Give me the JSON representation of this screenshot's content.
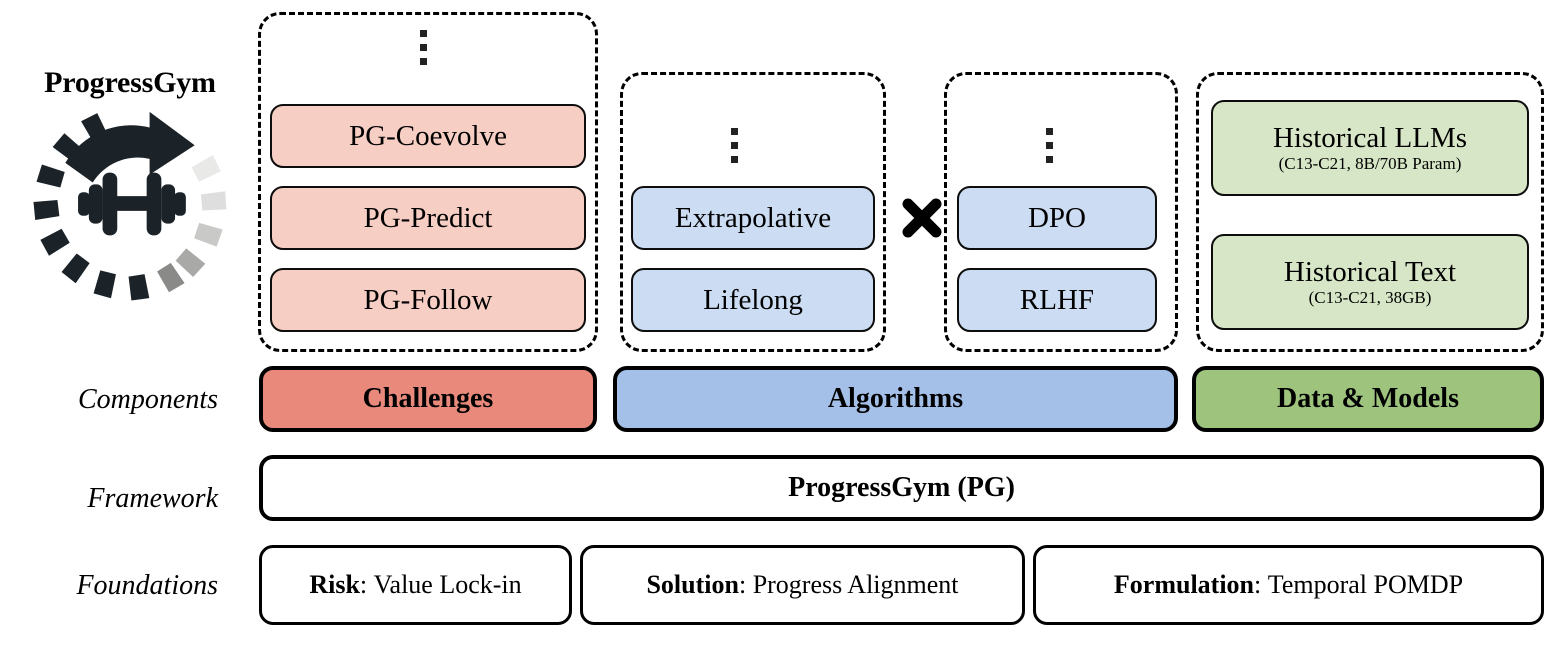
{
  "brand": {
    "title": "ProgressGym",
    "logo_icon": "circular-arrow-dumbbell-logo"
  },
  "row_labels": {
    "components": "Components",
    "framework": "Framework",
    "foundations": "Foundations"
  },
  "groups": [
    {
      "id": "challenges",
      "ellipsis": true,
      "items": [
        {
          "main": "PG-Coevolve",
          "sub": ""
        },
        {
          "main": "PG-Predict",
          "sub": ""
        },
        {
          "main": "PG-Follow",
          "sub": ""
        }
      ]
    },
    {
      "id": "algorithm-families",
      "ellipsis": true,
      "items": [
        {
          "main": "Extrapolative",
          "sub": ""
        },
        {
          "main": "Lifelong",
          "sub": ""
        }
      ]
    },
    {
      "id": "algorithm-methods",
      "ellipsis": true,
      "items": [
        {
          "main": "DPO",
          "sub": ""
        },
        {
          "main": "RLHF",
          "sub": ""
        }
      ]
    },
    {
      "id": "data-models",
      "ellipsis": false,
      "items": [
        {
          "main": "Historical LLMs",
          "sub": "(C13-C21, 8B/70B Param)"
        },
        {
          "main": "Historical Text",
          "sub": "(C13-C21, 38GB)"
        }
      ]
    }
  ],
  "operator": {
    "symbol": "×",
    "name": "cartesian-product"
  },
  "components": [
    {
      "label": "Challenges",
      "color": "#e8897b"
    },
    {
      "label": "Algorithms",
      "color": "#a4c0e8"
    },
    {
      "label": "Data & Models",
      "color": "#9dc37c"
    }
  ],
  "framework": {
    "label": "ProgressGym (PG)"
  },
  "foundations": [
    {
      "key": "Risk",
      "value": "Value Lock-in"
    },
    {
      "key": "Solution",
      "value": "Progress Alignment"
    },
    {
      "key": "Formulation",
      "value": "Temporal POMDP"
    }
  ],
  "colors": {
    "challenge_fill": "#f6cec4",
    "algorithm_fill": "#ccdcf3",
    "data_fill": "#d7e6c6",
    "challenge_banner": "#e8897b",
    "algorithm_banner": "#a4c0e8",
    "data_banner": "#9dc37c",
    "outline": "#000000",
    "background": "#ffffff"
  }
}
